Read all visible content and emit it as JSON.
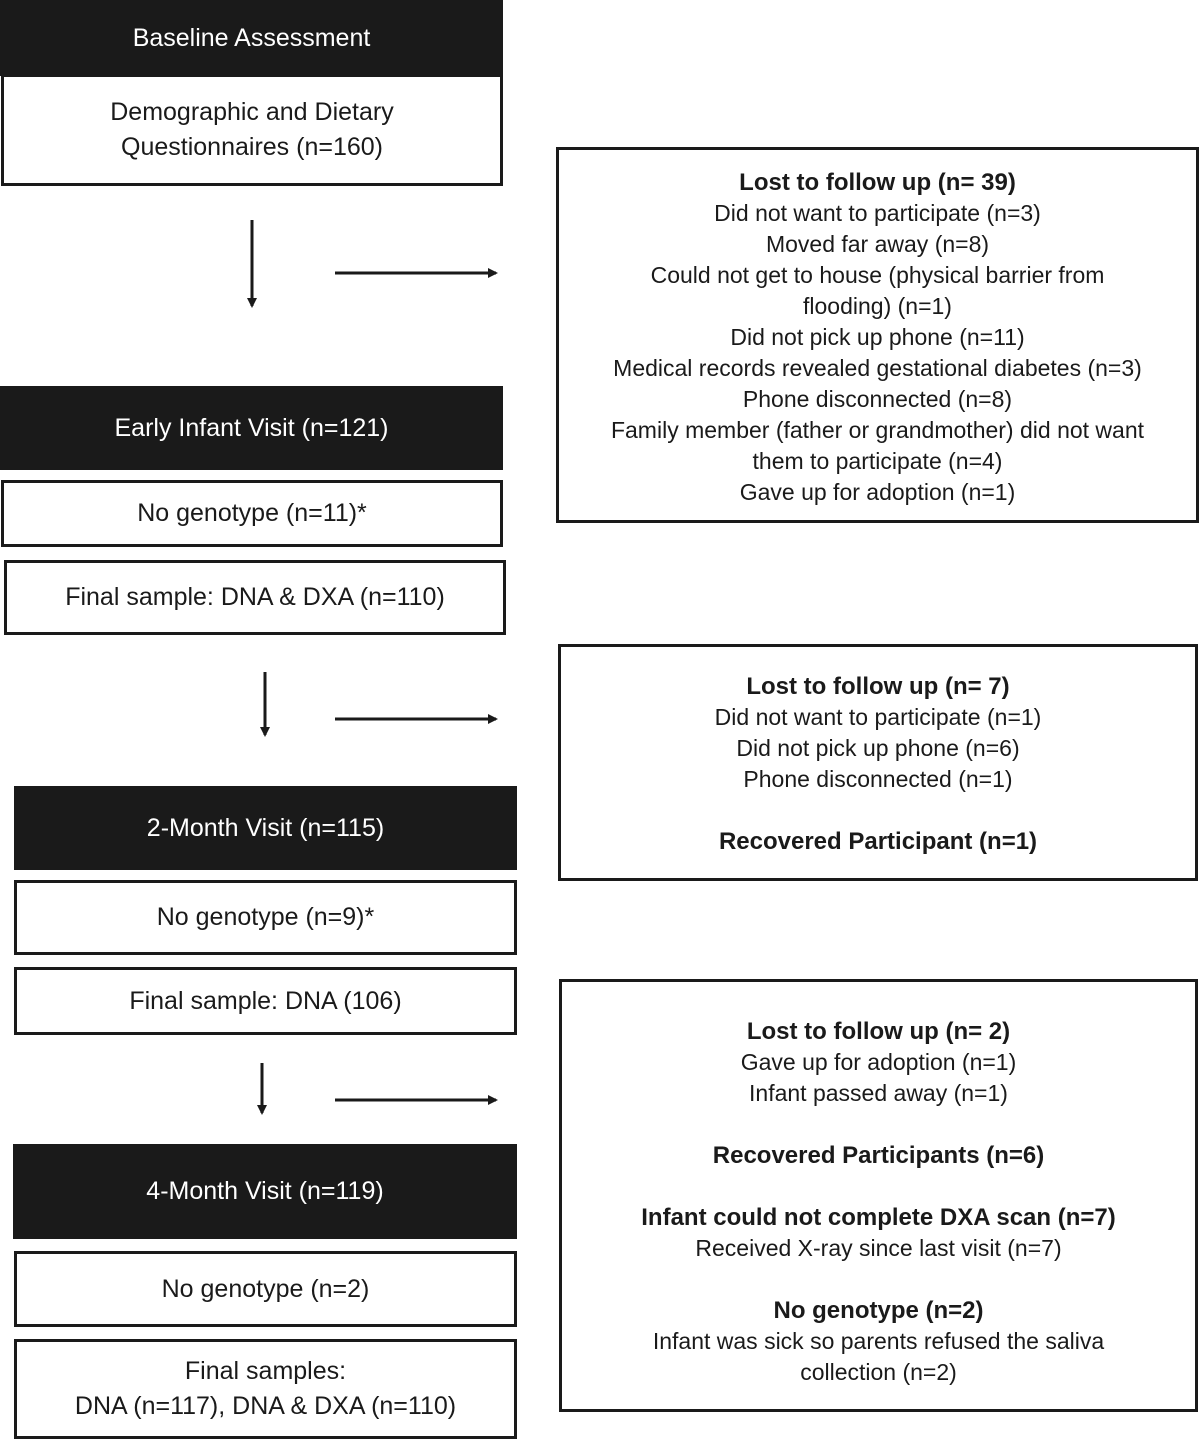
{
  "baseline": {
    "header": "Baseline Assessment",
    "questionnaires_line1": "Demographic and Dietary",
    "questionnaires_line2": "Questionnaires (n=160)"
  },
  "loss1": {
    "title": "Lost to follow up (n= 39)",
    "lines": [
      "Did not want to participate (n=3)",
      "Moved far away (n=8)",
      "Could not get to house (physical barrier from",
      "flooding) (n=1)",
      "Did not pick up phone (n=11)",
      "Medical records revealed gestational diabetes (n=3)",
      "Phone disconnected (n=8)",
      "Family member (father or grandmother) did not want",
      "them to participate (n=4)",
      "Gave up for adoption (n=1)"
    ]
  },
  "early_visit": {
    "header": "Early Infant Visit (n=121)",
    "no_genotype": "No genotype (n=11)*",
    "final": "Final sample: DNA & DXA (n=110)"
  },
  "loss2": {
    "title": "Lost to follow up (n= 7)",
    "lines": [
      "Did not want to participate (n=1)",
      "Did not pick up phone (n=6)",
      "Phone disconnected (n=1)"
    ],
    "recovered": "Recovered Participant (n=1)"
  },
  "two_month": {
    "header": "2-Month Visit (n=115)",
    "no_genotype": "No genotype (n=9)*",
    "final": "Final sample: DNA (106)"
  },
  "loss3": {
    "title": "Lost to follow up (n= 2)",
    "lines": [
      "Gave up for adoption (n=1)",
      "Infant passed away (n=1)"
    ],
    "recovered": "Recovered Participants (n=6)",
    "dxa_title": "Infant could not complete DXA scan (n=7)",
    "dxa_line": "Received X-ray since last visit (n=7)",
    "nogeno_title": "No genotype (n=2)",
    "nogeno_line1": "Infant was sick so parents refused the saliva",
    "nogeno_line2": "collection (n=2)"
  },
  "four_month": {
    "header": "4-Month Visit (n=119)",
    "no_genotype": "No genotype (n=2)",
    "final_line1": "Final samples:",
    "final_line2": "DNA (n=117), DNA & DXA (n=110)"
  }
}
